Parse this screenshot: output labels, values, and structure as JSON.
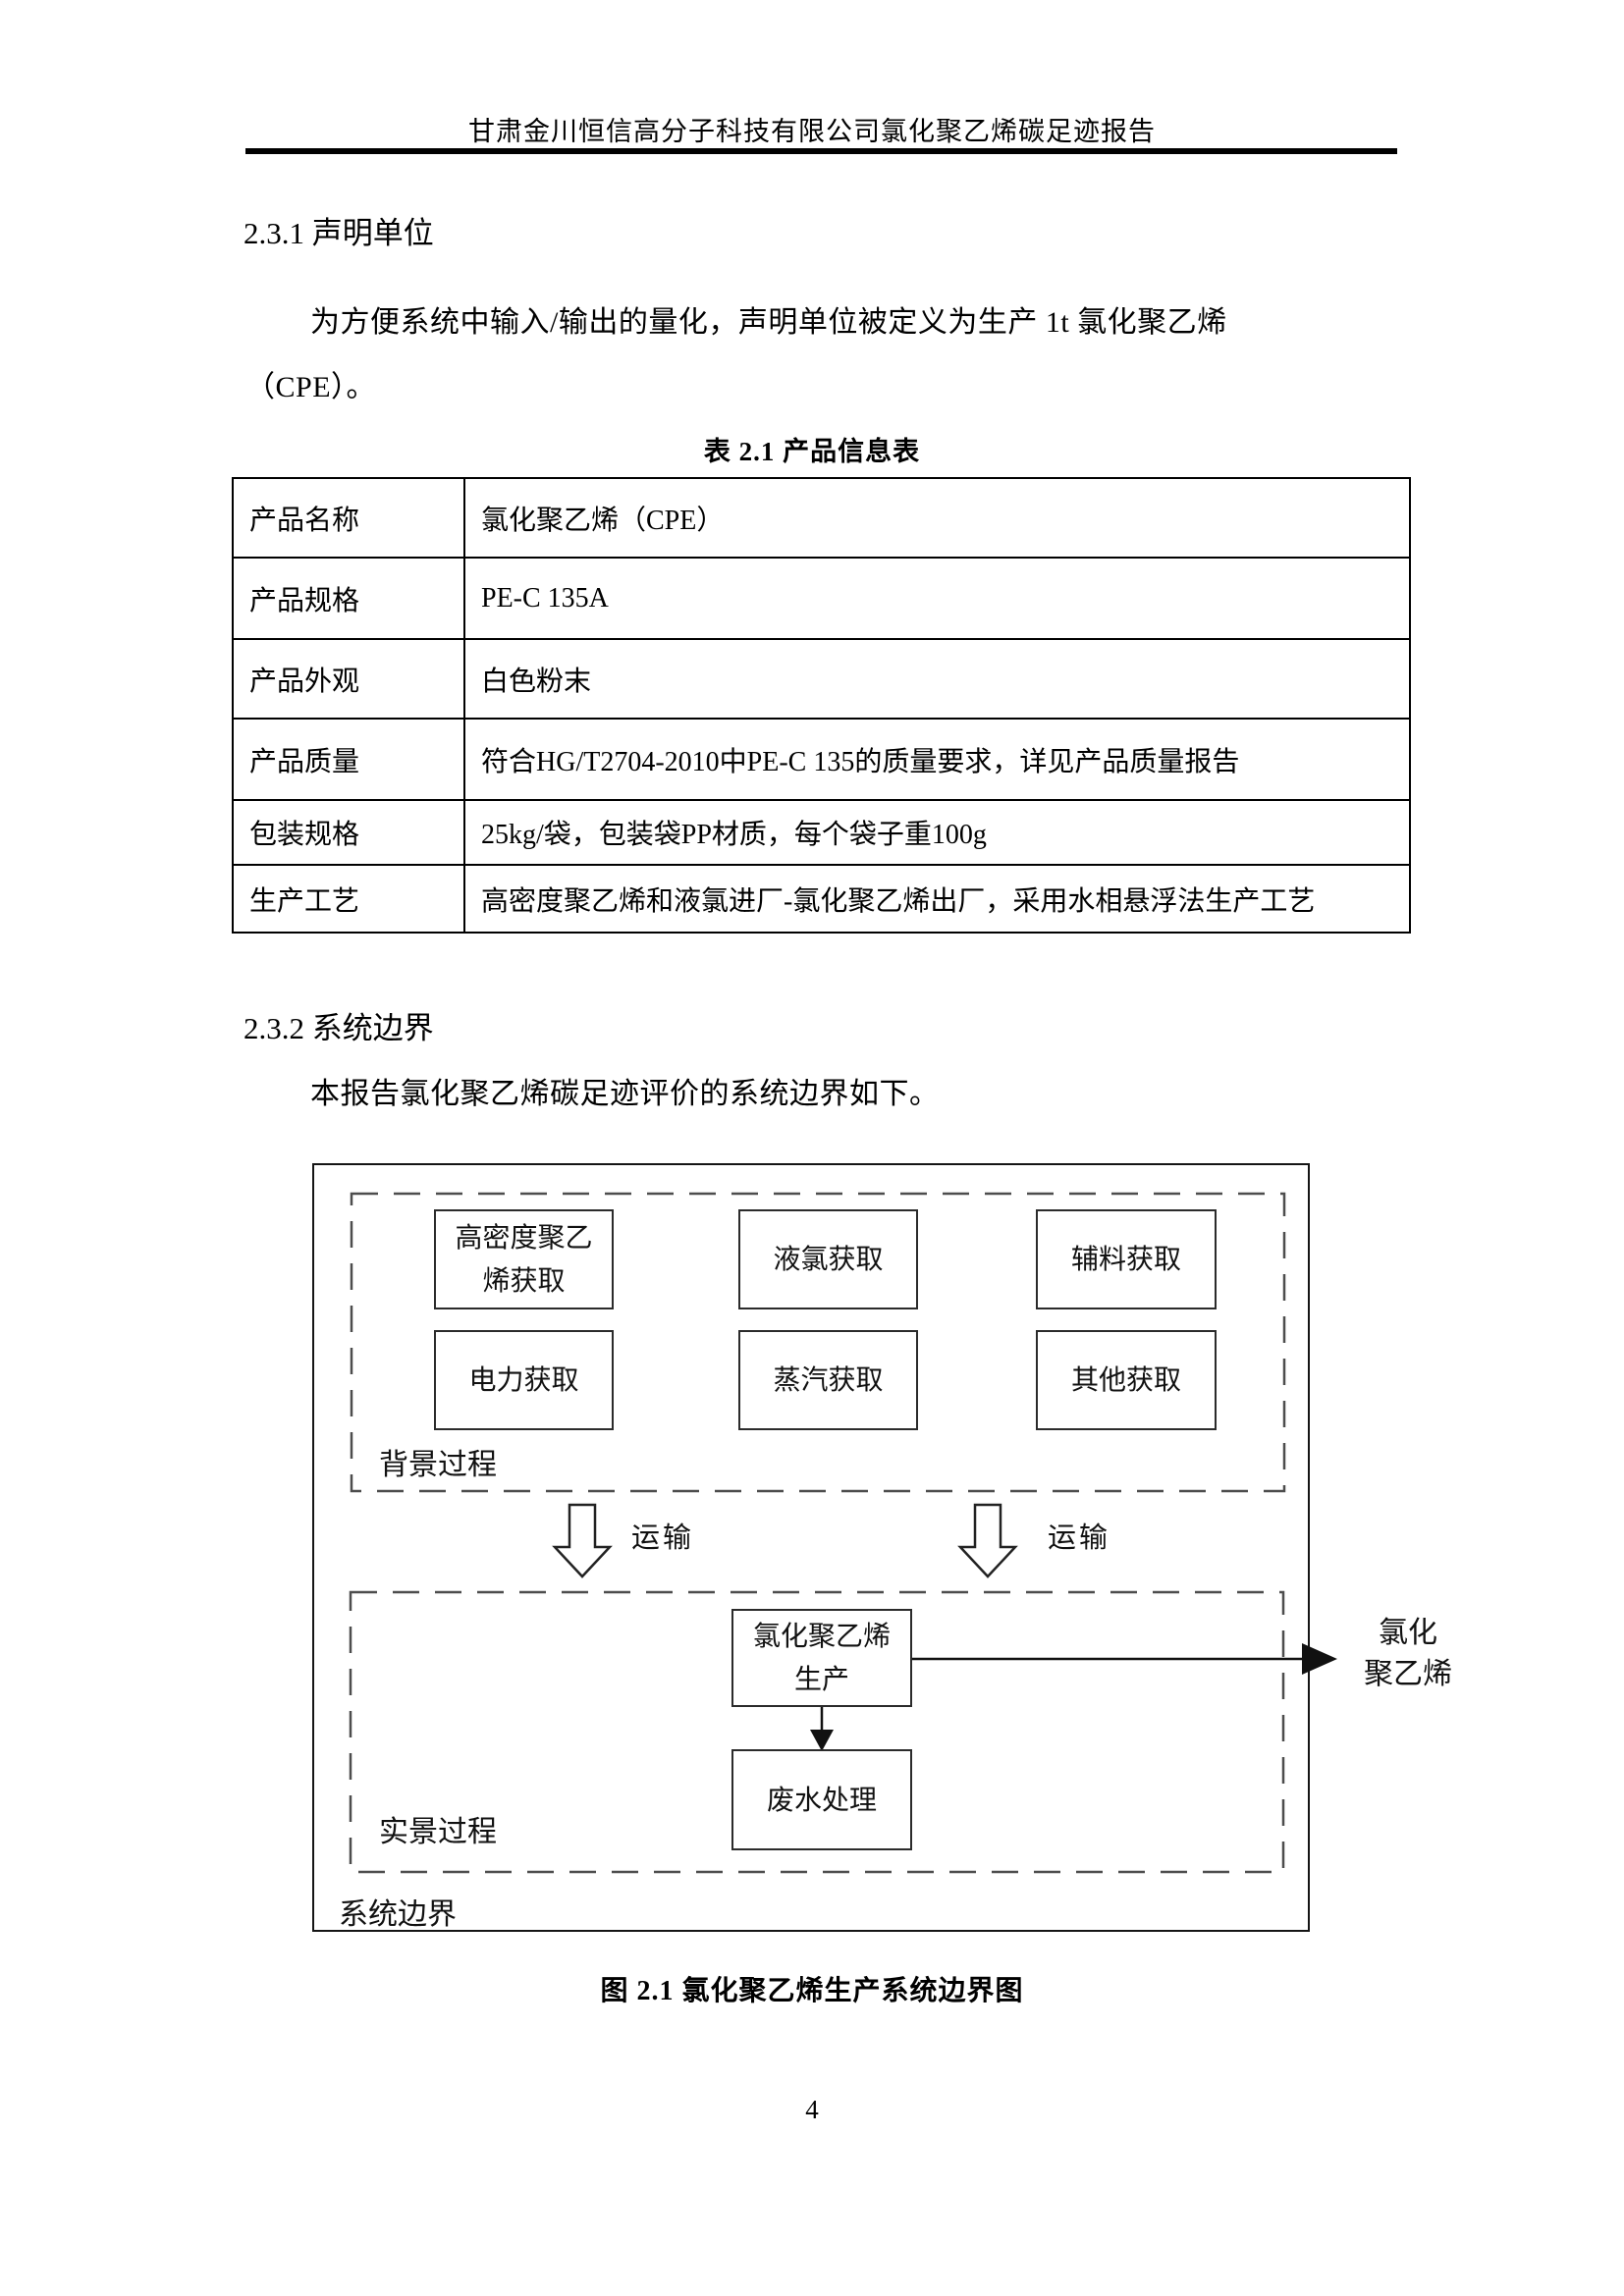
{
  "header": {
    "title": "甘肃金川恒信高分子科技有限公司氯化聚乙烯碳足迹报告"
  },
  "section_2_3_1": {
    "heading": "2.3.1 声明单位",
    "paragraph": "为方便系统中输入/输出的量化，声明单位被定义为生产 1t 氯化聚乙烯\n（CPE）。"
  },
  "product_table": {
    "caption": "表 2.1 产品信息表",
    "rows": [
      {
        "label": "产品名称",
        "value": "氯化聚乙烯（CPE）"
      },
      {
        "label": "产品规格",
        "value": "PE-C 135A"
      },
      {
        "label": "产品外观",
        "value": "白色粉末"
      },
      {
        "label": "产品质量",
        "value": "符合HG/T2704-2010中PE-C 135的质量要求，详见产品质量报告"
      },
      {
        "label": "包装规格",
        "value": "25kg/袋，包装袋PP材质，每个袋子重100g"
      },
      {
        "label": "生产工艺",
        "value": "高密度聚乙烯和液氯进厂-氯化聚乙烯出厂，采用水相悬浮法生产工艺"
      }
    ]
  },
  "section_2_3_2": {
    "heading": "2.3.2 系统边界",
    "paragraph": "本报告氯化聚乙烯碳足迹评价的系统边界如下。"
  },
  "diagram": {
    "background_label": "背景过程",
    "foreground_label": "实景过程",
    "system_boundary_label": "系统边界",
    "background_boxes": [
      "高密度聚乙\n烯获取",
      "液氯获取",
      "辅料获取",
      "电力获取",
      "蒸汽获取",
      "其他获取"
    ],
    "transport_left": "运输",
    "transport_right": "运输",
    "production_box": "氯化聚乙烯\n生产",
    "wastewater_box": "废水处理",
    "output_label": "氯化\n聚乙烯",
    "caption": "图 2.1 氯化聚乙烯生产系统边界图"
  },
  "footer": {
    "page_number": "4"
  }
}
